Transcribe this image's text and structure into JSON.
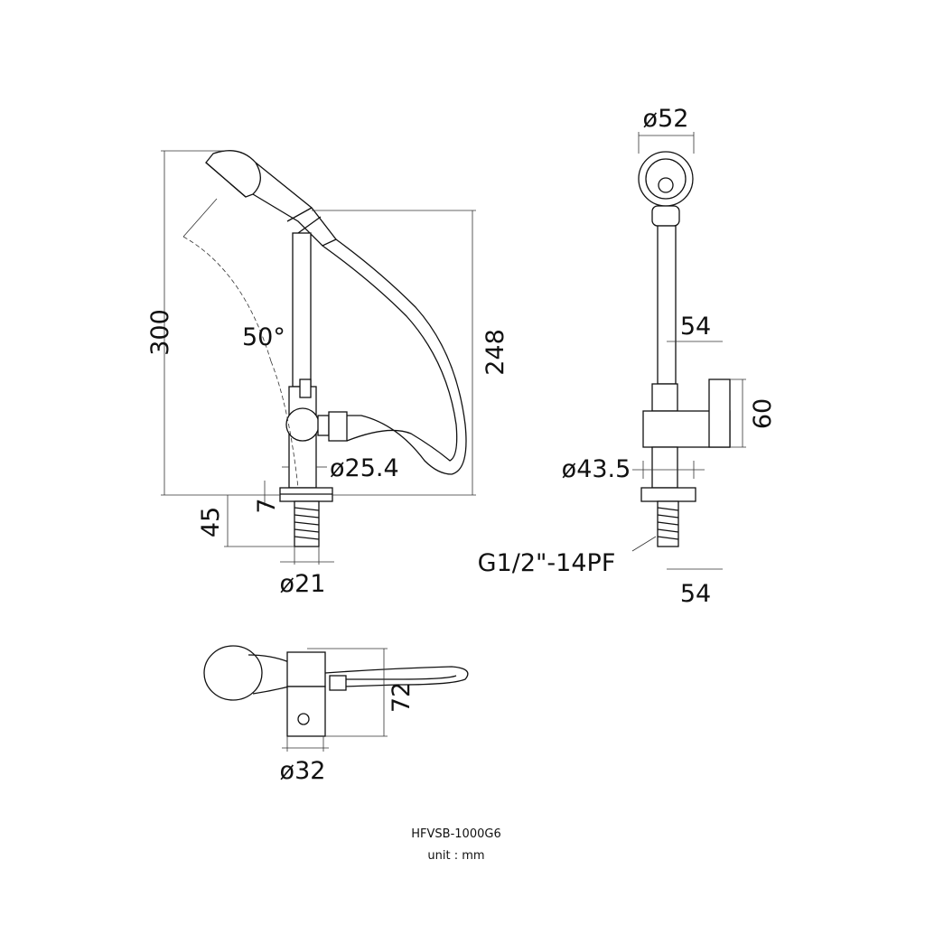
{
  "front_view": {
    "height_total": "300",
    "height_hose": "248",
    "angle": "50°",
    "body_diameter": "ø25.4",
    "base_thickness": "7",
    "thread_length": "45",
    "thread_diameter": "ø21"
  },
  "side_view": {
    "head_diameter": "ø52",
    "offset_upper": "54",
    "bracket_height": "60",
    "base_diameter": "ø43.5",
    "thread_spec": "G1/2\"-14PF",
    "offset_lower": "54"
  },
  "top_view": {
    "depth": "72",
    "diameter": "ø32"
  },
  "footer": {
    "model": "HFVSB-1000G6",
    "unit": "unit : mm"
  }
}
